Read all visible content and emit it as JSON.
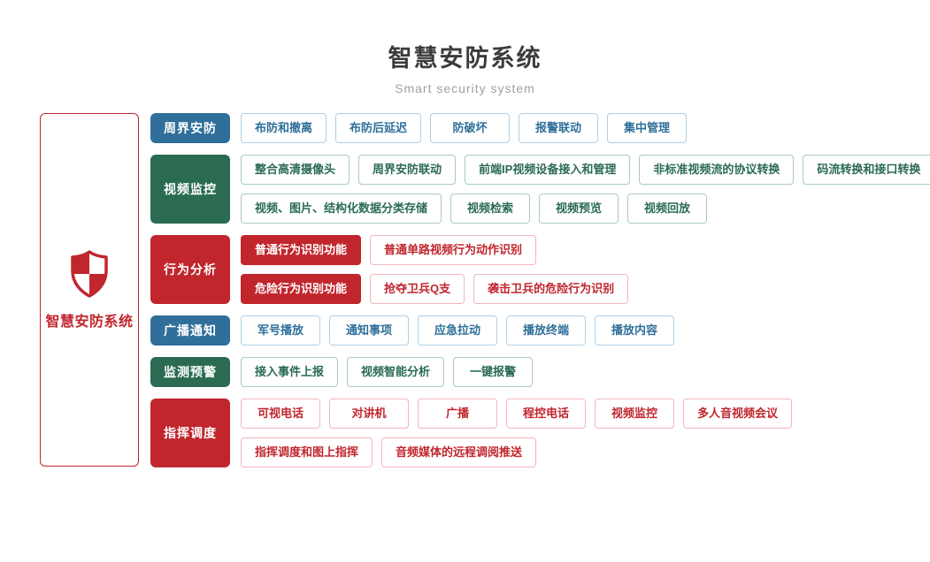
{
  "page": {
    "title": "智慧安防系统",
    "subtitle": "Smart security system"
  },
  "root_node": {
    "label": "智慧安防系统",
    "icon": "shield-checkered-icon"
  },
  "palette": {
    "blue": "#2F6F9A",
    "blue_border": "#AECFE5",
    "green": "#2A6B52",
    "green_border": "#A8CBBC",
    "red": "#C1262D",
    "red_border": "#F0B6B9",
    "title_color": "#3B3B3B",
    "subtitle_color": "#A0A0A0"
  },
  "sections": [
    {
      "id": "perimeter-security",
      "label": "周界安防",
      "color": "blue",
      "lines": [
        [
          "布防和撤离",
          "布防后延迟",
          "防破坏",
          "报警联动",
          "集中管理"
        ]
      ]
    },
    {
      "id": "video-surveillance",
      "label": "视频监控",
      "color": "green",
      "lines": [
        [
          "整合高清摄像头",
          "周界安防联动",
          "前端IP视频设备接入和管理",
          "非标准视频流的协议转换",
          "码流转换和接口转换"
        ],
        [
          "视频、图片、结构化数据分类存储",
          "视频检索",
          "视频预览",
          "视频回放"
        ]
      ]
    },
    {
      "id": "behavior-analysis",
      "label": "行为分析",
      "color": "red",
      "lines": [
        [
          {
            "text": "普通行为识别功能",
            "filled": true
          },
          "普通单路视频行为动作识别"
        ],
        [
          {
            "text": "危险行为识别功能",
            "filled": true
          },
          "抢夺卫兵Q支",
          "袭击卫兵的危险行为识别"
        ]
      ]
    },
    {
      "id": "broadcast-notice",
      "label": "广播通知",
      "color": "blue",
      "lines": [
        [
          "军号播放",
          "通知事项",
          "应急拉动",
          "播放终端",
          "播放内容"
        ]
      ]
    },
    {
      "id": "monitoring-warning",
      "label": "监测预警",
      "color": "green",
      "lines": [
        [
          "接入事件上报",
          "视频智能分析",
          "一键报警"
        ]
      ]
    },
    {
      "id": "command-dispatch",
      "label": "指挥调度",
      "color": "red",
      "lines": [
        [
          "可视电话",
          "对讲机",
          "广播",
          "程控电话",
          "视频监控",
          "多人音视频会议"
        ],
        [
          "指挥调度和图上指挥",
          "音频媒体的远程调阅推送"
        ]
      ]
    }
  ]
}
